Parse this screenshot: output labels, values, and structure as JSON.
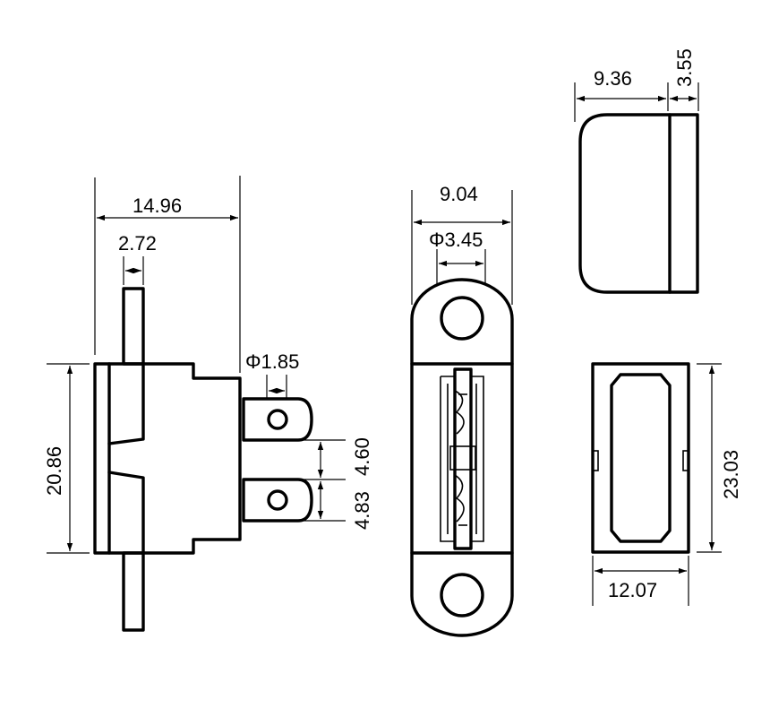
{
  "views": {
    "side": {
      "overall_width": "14.96",
      "post_width": "2.72",
      "body_height": "20.86",
      "terminal_hole_dia": "Φ1.85",
      "terminal_pitch_upper": "4.60",
      "terminal_pitch_lower": "4.83"
    },
    "front": {
      "width": "9.04",
      "mounting_hole_dia": "Φ3.45"
    },
    "top": {
      "body_length": "9.36",
      "rim_thickness": "3.55"
    },
    "end": {
      "height": "23.03",
      "width": "12.07"
    }
  }
}
